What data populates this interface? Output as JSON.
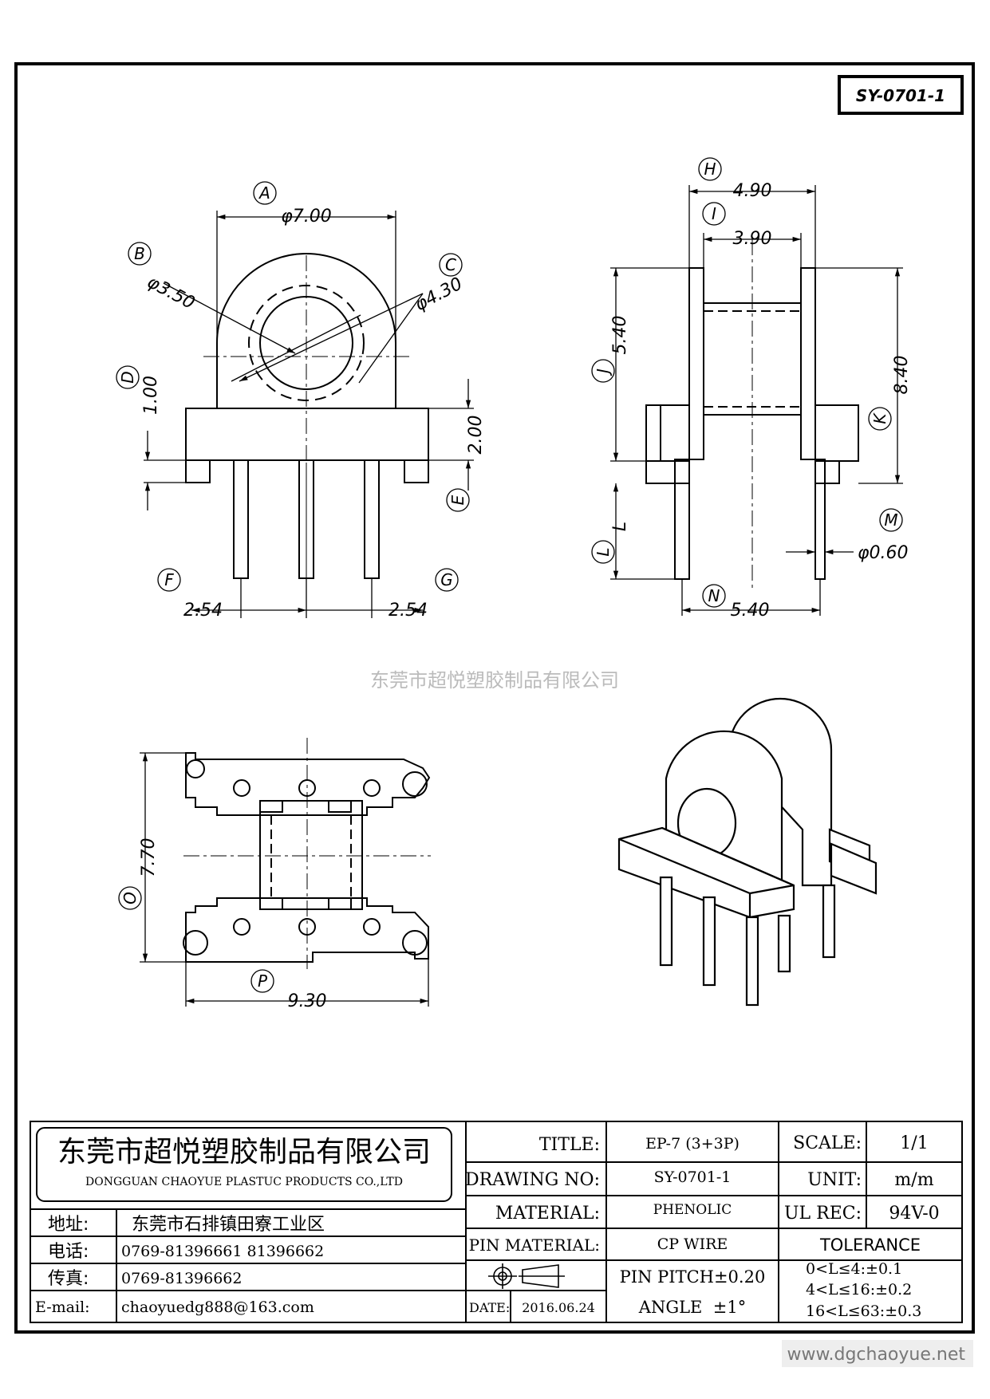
{
  "drawing_code": "SY-0701-1",
  "watermark_cn": "东莞市超悦塑胶制品有限公司",
  "footer_url": "www.dgchaoyue.net",
  "front_view": {
    "dim_A": "φ7.00",
    "dim_B": "φ3.50",
    "dim_C": "φ4.30",
    "dim_D": "1.00",
    "dim_E": "2.00",
    "pitch_left": "2.54",
    "pitch_right": "2.54",
    "labels": [
      "A",
      "B",
      "C",
      "D",
      "E",
      "F",
      "G"
    ]
  },
  "side_view": {
    "dim_H": "4.90",
    "dim_I": "3.90",
    "dim_J": "5.40",
    "dim_K": "8.40",
    "dim_L": "L",
    "dim_M": "φ0.60",
    "dim_N": "5.40",
    "labels": [
      "H",
      "I",
      "J",
      "K",
      "L",
      "M",
      "N"
    ]
  },
  "bottom_view": {
    "dim_O": "7.70",
    "dim_P": "9.30",
    "labels": [
      "O",
      "P"
    ]
  },
  "title_block": {
    "company_cn": "东莞市超悦塑胶制品有限公司",
    "company_en": "DONGGUAN CHAOYUE PLASTUC PRODUCTS CO.,LTD",
    "address_label": "地址:",
    "address": "东莞市石排镇田寮工业区",
    "phone_label": "电话:",
    "phone": "0769-81396661   81396662",
    "fax_label": "传真:",
    "fax": "0769-81396662",
    "email_label": "E-mail:",
    "email": "chaoyuedg888@163.com",
    "title_label": "TITLE:",
    "title_value": "EP-7 (3+3P)",
    "drawing_no_label": "DRAWING NO:",
    "drawing_no_value": "SY-0701-1",
    "material_label": "MATERIAL:",
    "material_value": "PHENOLIC",
    "pin_material_label": "PIN MATERIAL:",
    "pin_material_value": "CP WIRE",
    "date_label": "DATE:",
    "date_value": "2016.06.24",
    "pin_pitch": "PIN PITCH±0.20",
    "angle": "ANGLE  ±1°",
    "scale_label": "SCALE:",
    "scale_value": "1/1",
    "unit_label": "UNIT:",
    "unit_value": "m/m",
    "ul_rec_label": "UL REC:",
    "ul_rec_value": "94V-0",
    "tolerance_label": "TOLERANCE",
    "tolerance_1": "0<L≤4:±0.1",
    "tolerance_2": "4<L≤16:±0.2",
    "tolerance_3": "16<L≤63:±0.3"
  }
}
